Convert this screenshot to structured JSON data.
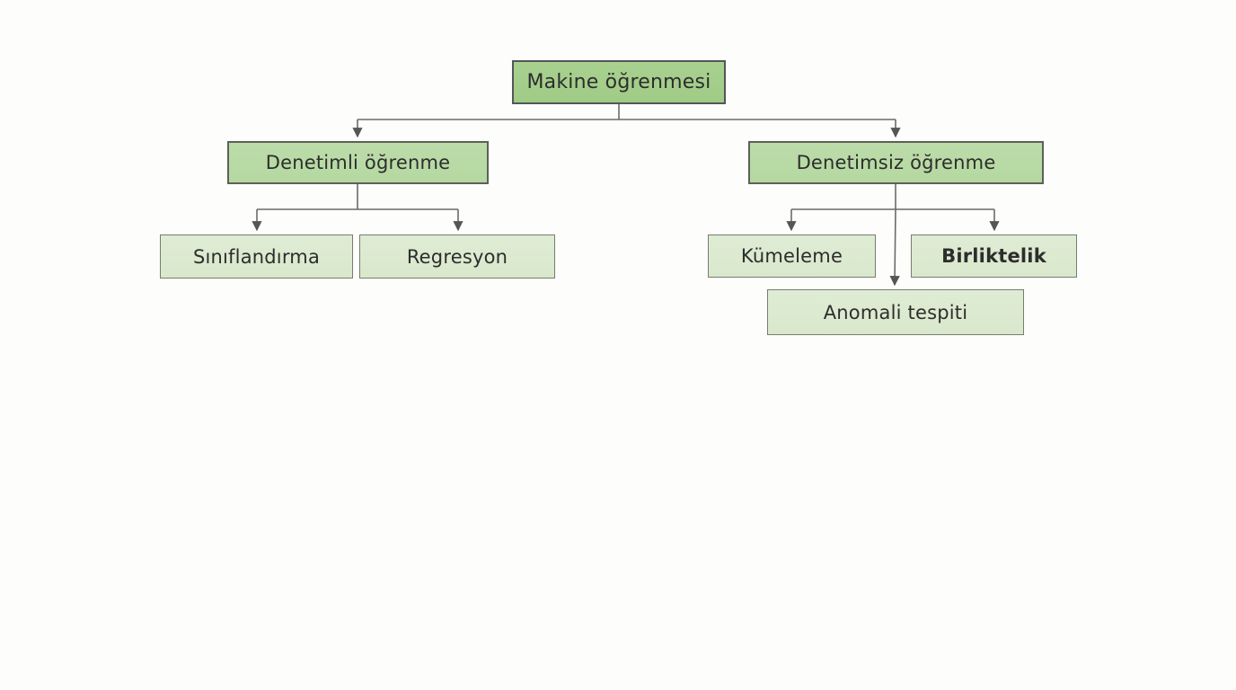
{
  "diagram": {
    "type": "flowchart",
    "language": "tr",
    "nodes": {
      "root": {
        "label": "Makine öğrenmesi",
        "level": 1,
        "bold": false
      },
      "supervised": {
        "label": "Denetimli öğrenme",
        "level": 2,
        "bold": false
      },
      "unsupervised": {
        "label": "Denetimsiz öğrenme",
        "level": 2,
        "bold": false
      },
      "classification": {
        "label": "Sınıflandırma",
        "level": 3,
        "bold": false
      },
      "regression": {
        "label": "Regresyon",
        "level": 3,
        "bold": false
      },
      "clustering": {
        "label": "Kümeleme",
        "level": 3,
        "bold": false
      },
      "association": {
        "label": "Birliktelik",
        "level": 3,
        "bold": true
      },
      "anomaly": {
        "label": "Anomali tespiti",
        "level": 3,
        "bold": false
      }
    },
    "edges": [
      {
        "from": "root",
        "to": "supervised"
      },
      {
        "from": "root",
        "to": "unsupervised"
      },
      {
        "from": "supervised",
        "to": "classification"
      },
      {
        "from": "supervised",
        "to": "regression"
      },
      {
        "from": "unsupervised",
        "to": "clustering"
      },
      {
        "from": "unsupervised",
        "to": "association"
      },
      {
        "from": "unsupervised",
        "to": "anomaly"
      }
    ],
    "colors": {
      "background": "#fdfdfc",
      "level1_fill": "#a3cd8a",
      "level2_fill": "#b8d9a4",
      "level3_fill": "#dceacf",
      "level1_border": "#54565a",
      "level3_border": "#767d6e",
      "connector": "#6b6b6b",
      "arrowhead": "#555555",
      "text": "#2d2d2d"
    }
  }
}
